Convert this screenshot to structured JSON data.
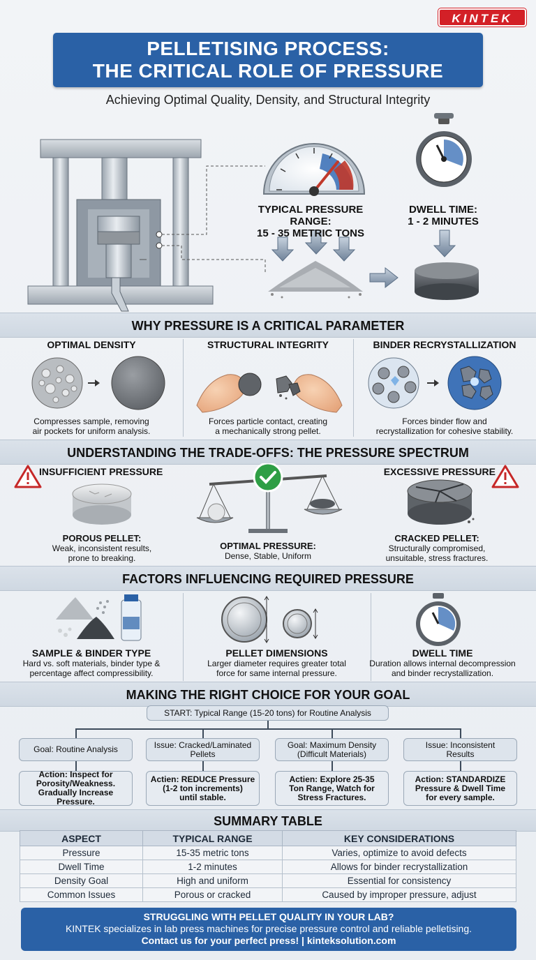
{
  "brand": {
    "logo_text": "KINTEK",
    "accent": "#d32027",
    "primary": "#2a61a6"
  },
  "header": {
    "title_line1": "PELLETISING PROCESS:",
    "title_line2": "THE CRITICAL ROLE OF PRESSURE",
    "subtitle": "Achieving Optimal Quality, Density, and Structural Integrity"
  },
  "hero": {
    "pressure_label_1": "TYPICAL PRESSURE RANGE:",
    "pressure_label_2": "15 - 35 METRIC TONS",
    "dwell_label_1": "DWELL TIME:",
    "dwell_label_2": "1 - 2 MINUTES",
    "icons": [
      "hydraulic-press-icon",
      "pressure-gauge-icon",
      "stopwatch-icon",
      "powder-pile-icon",
      "pellet-disc-icon"
    ]
  },
  "why": {
    "heading": "WHY PRESSURE IS A CRITICAL PARAMETER",
    "columns": [
      {
        "title": "OPTIMAL DENSITY",
        "line1": "Compresses sample, removing",
        "line2": "air pockets for uniform analysis."
      },
      {
        "title": "STRUCTURAL INTEGRITY",
        "line1": "Forces particle contact, creating",
        "line2": "a mechanically strong pellet."
      },
      {
        "title": "BINDER RECRYSTALLIZATION",
        "line1": "Forces binder flow and",
        "line2": "recrystallization for cohesive stability."
      }
    ]
  },
  "tradeoffs": {
    "heading": "UNDERSTANDING THE TRADE-OFFS: THE PRESSURE SPECTRUM",
    "insufficient": {
      "title": "INSUFFICIENT PRESSURE",
      "label": "POROUS PELLET:",
      "line1": "Weak, inconsistent results,",
      "line2": "prone to breaking."
    },
    "optimal": {
      "label": "OPTIMAL PRESSURE:",
      "line1": "Dense, Stable, Uniform"
    },
    "excessive": {
      "title": "EXCESSIVE PRESSURE",
      "label": "CRACKED PELLET:",
      "line1": "Structurally compromised,",
      "line2": "unsuitable, stress fractures."
    }
  },
  "factors": {
    "heading": "FACTORS INFLUENCING REQUIRED PRESSURE",
    "columns": [
      {
        "title": "SAMPLE & BINDER TYPE",
        "line1": "Hard vs. soft materials, binder type &",
        "line2": "percentage affect compressibility."
      },
      {
        "title": "PELLET DIMENSIONS",
        "line1": "Larger diameter requires greater total",
        "line2": "force for same internal pressure."
      },
      {
        "title": "DWELL TIME",
        "line1": "Duration allows internal decompression",
        "line2": "and binder recrystallization."
      }
    ]
  },
  "choice": {
    "heading": "MAKING THE RIGHT CHOICE FOR YOUR GOAL",
    "start": "START: Typical Range (15-20 tons) for Routine Analysis",
    "branches": [
      {
        "goal_l1": "Goal: Routine Analysis",
        "goal_l2": "",
        "act_l1": "Action: Inspect for",
        "act_l2": "Porosity/Weakness.",
        "act_l3": "Gradually Increase Pressure."
      },
      {
        "goal_l1": "Issue: Cracked/Laminated",
        "goal_l2": "Pellets",
        "act_l1": "Actien: REDUCE Pressure",
        "act_l2": "(1-2 ton increments)",
        "act_l3": "until stable."
      },
      {
        "goal_l1": "Goal: Maximum Density",
        "goal_l2": "(Difficult Materials)",
        "act_l1": "Actien: Explore 25-35",
        "act_l2": "Ton Range, Watch for",
        "act_l3": "Stress Fractures."
      },
      {
        "goal_l1": "Issue: Inconsistent",
        "goal_l2": "Results",
        "act_l1": "Action: STANDARDIZE",
        "act_l2": "Pressure & Dwell Time",
        "act_l3": "for every sample."
      }
    ]
  },
  "summary": {
    "heading": "SUMMARY TABLE",
    "columns": [
      "ASPECT",
      "TYPICAL RANGE",
      "KEY CONSIDERATIONS"
    ],
    "rows": [
      [
        "Pressure",
        "15-35 metric tons",
        "Varies, optimize to avoid defects"
      ],
      [
        "Dwell Time",
        "1-2 minutes",
        "Allows for binder recrystallization"
      ],
      [
        "Density Goal",
        "High and uniform",
        "Essential for consistency"
      ],
      [
        "Common Issues",
        "Porous or cracked",
        "Caused by improper pressure, adjust"
      ]
    ]
  },
  "cta": {
    "line1": "STRUGGLING WITH PELLET QUALITY IN YOUR LAB?",
    "line2": "KINTEK specializes in lab press machines for precise pressure control and reliable pelletising.",
    "line3": "Contact us for your perfect press! | kinteksolution.com"
  }
}
